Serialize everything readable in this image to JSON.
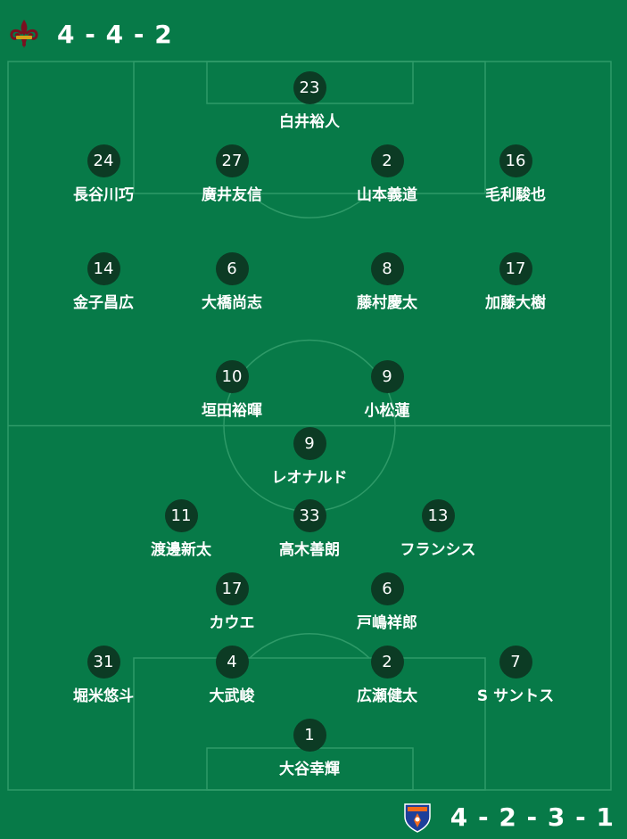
{
  "home": {
    "formation": "4 - 4 - 2",
    "crest_icon": "fleur-de-lis-crest-icon",
    "players": [
      {
        "num": "23",
        "name": "白井裕人"
      },
      {
        "num": "24",
        "name": "長谷川巧"
      },
      {
        "num": "27",
        "name": "廣井友信"
      },
      {
        "num": "2",
        "name": "山本義道"
      },
      {
        "num": "16",
        "name": "毛利駿也"
      },
      {
        "num": "14",
        "name": "金子昌広"
      },
      {
        "num": "6",
        "name": "大橋尚志"
      },
      {
        "num": "8",
        "name": "藤村慶太"
      },
      {
        "num": "17",
        "name": "加藤大樹"
      },
      {
        "num": "10",
        "name": "垣田裕暉"
      },
      {
        "num": "9",
        "name": "小松蓮"
      }
    ]
  },
  "away": {
    "formation": "4 - 2 - 3 - 1",
    "crest_icon": "shield-crest-icon",
    "players": [
      {
        "num": "9",
        "name": "レオナルド"
      },
      {
        "num": "11",
        "name": "渡邊新太"
      },
      {
        "num": "33",
        "name": "高木善朗"
      },
      {
        "num": "13",
        "name": "フランシス"
      },
      {
        "num": "17",
        "name": "カウエ"
      },
      {
        "num": "6",
        "name": "戸嶋祥郎"
      },
      {
        "num": "31",
        "name": "堀米悠斗"
      },
      {
        "num": "4",
        "name": "大武峻"
      },
      {
        "num": "2",
        "name": "広瀬健太"
      },
      {
        "num": "7",
        "name": "S サントス"
      },
      {
        "num": "1",
        "name": "大谷幸輝"
      }
    ]
  },
  "colors": {
    "pitch": "#077a48",
    "line": "#2e9a68",
    "marker": "#0c3b24",
    "text": "#ffffff"
  }
}
